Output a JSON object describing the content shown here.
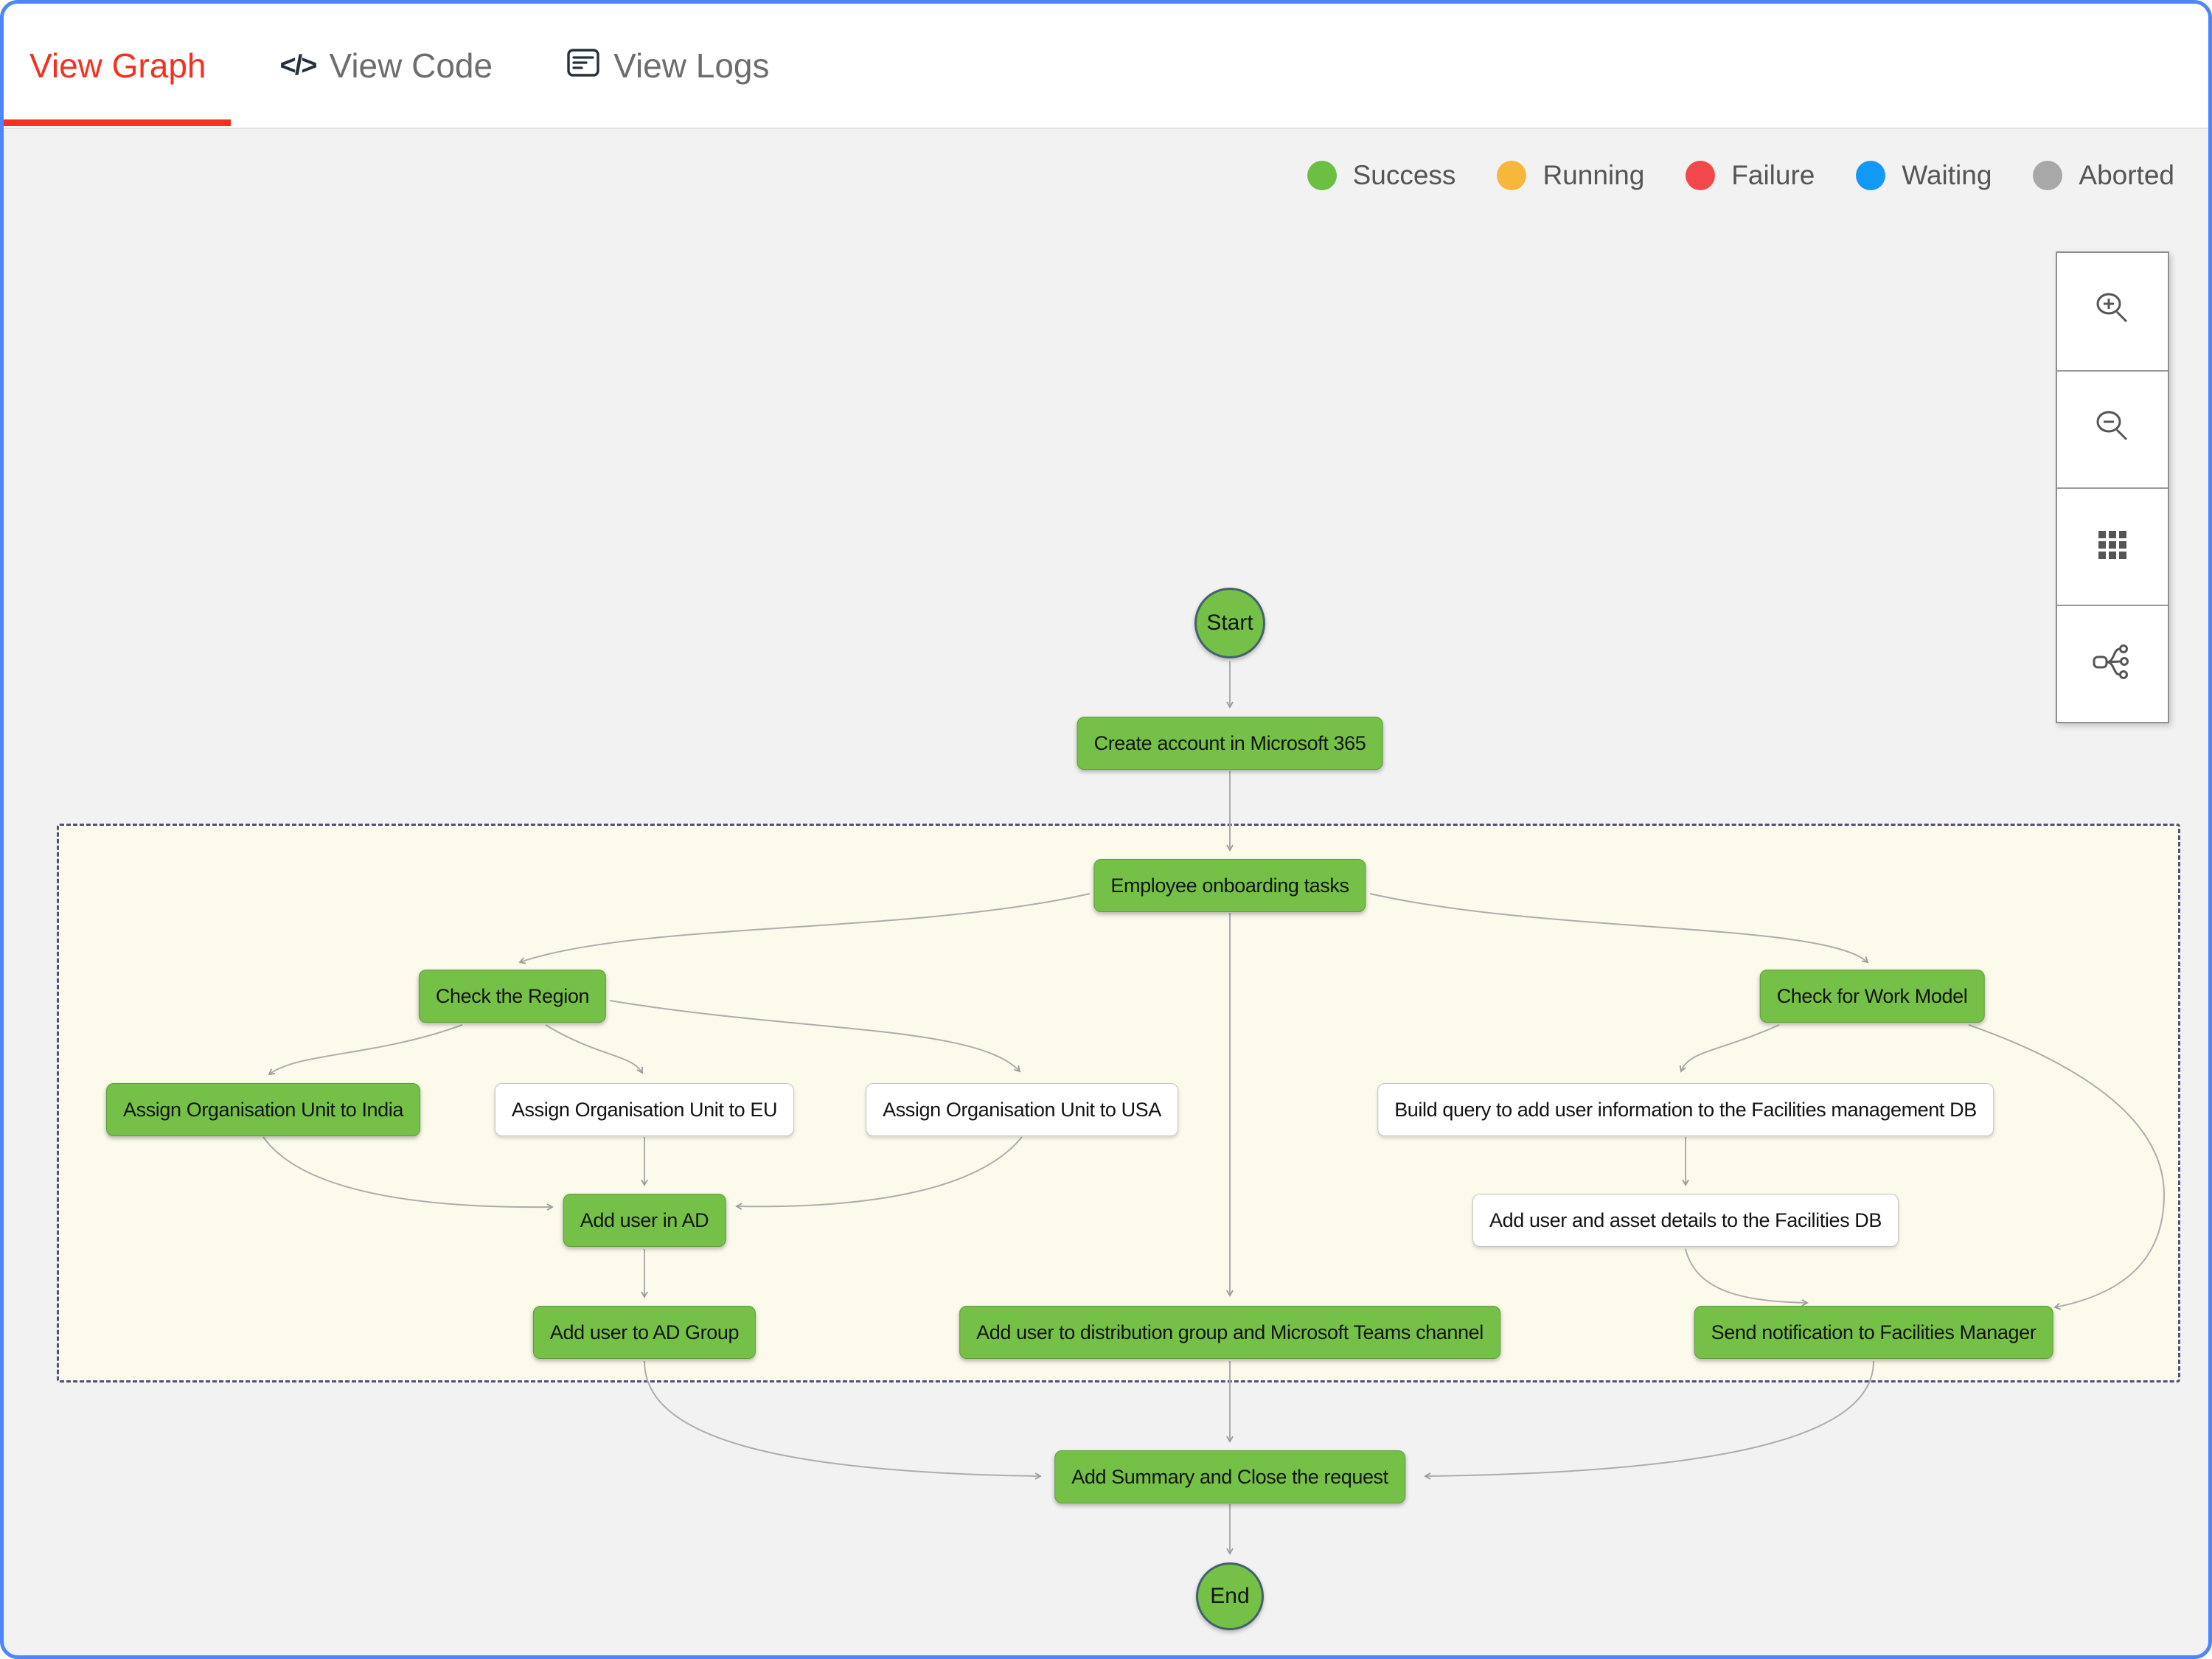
{
  "header": {
    "tabs": [
      {
        "label": "View Graph",
        "active": true
      },
      {
        "label": "View Code",
        "icon": "code-icon"
      },
      {
        "label": "View Logs",
        "icon": "logs-icon"
      }
    ],
    "code_glyph": "</>"
  },
  "legend": {
    "items": [
      {
        "label": "Success",
        "color": "#6cbe44"
      },
      {
        "label": "Running",
        "color": "#f6b73c"
      },
      {
        "label": "Failure",
        "color": "#f2484b"
      },
      {
        "label": "Waiting",
        "color": "#1299f3"
      },
      {
        "label": "Aborted",
        "color": "#a8a8a8"
      }
    ]
  },
  "toolbar": {
    "buttons": [
      {
        "name": "zoom-in"
      },
      {
        "name": "zoom-out"
      },
      {
        "name": "grid-view"
      },
      {
        "name": "auto-layout"
      }
    ]
  },
  "graph": {
    "nodes": {
      "start": "Start",
      "create_account": "Create account in Microsoft 365",
      "onboarding": "Employee onboarding tasks",
      "check_region": "Check the Region",
      "check_work_model": "Check for Work Model",
      "ou_india": "Assign Organisation Unit to India",
      "ou_eu": "Assign Organisation Unit to EU",
      "ou_usa": "Assign Organisation Unit to USA",
      "build_query": "Build query to add user information to the Facilities management DB",
      "add_user_ad": "Add user in AD",
      "facilities_db": "Add user and asset details to the Facilities DB",
      "ad_group": "Add user to AD Group",
      "dist_group": "Add user to distribution group and Microsoft Teams channel",
      "notify_facilities": "Send notification to Facilities Manager",
      "summary": "Add Summary and Close the request",
      "end": "End"
    }
  },
  "colors": {
    "active_tab": "#f5301f",
    "frame": "#4c86f8",
    "node_success_fill": "#75c046",
    "canvas_bg": "#f2f2f3",
    "group_bg": "#fbfaeb",
    "edge": "#adadad"
  }
}
